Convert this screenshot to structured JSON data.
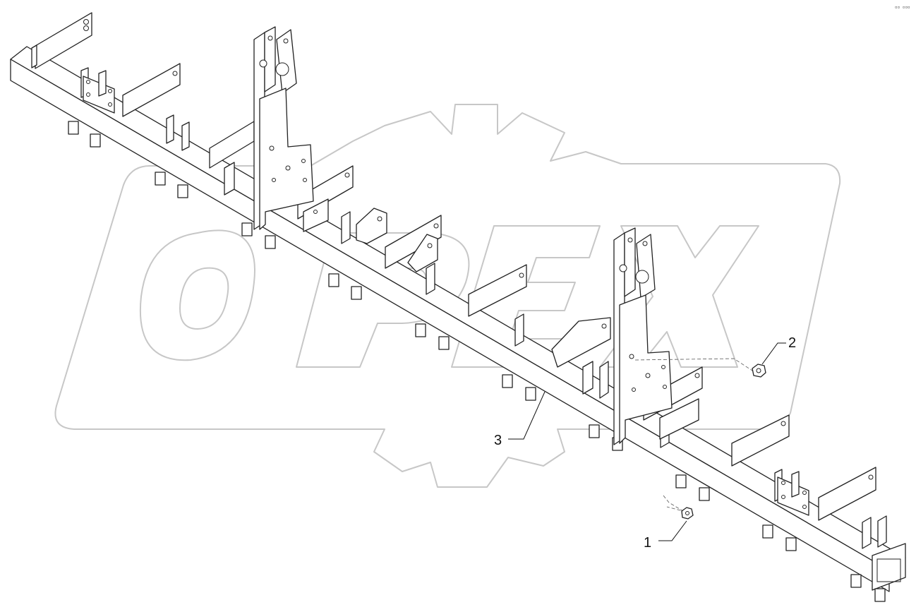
{
  "corner_mark": "▫▫ ▫▫▫",
  "watermark": {
    "text": "OPEX",
    "color": "#c7c7c7"
  },
  "callouts": [
    {
      "id": "1",
      "label": "1"
    },
    {
      "id": "2",
      "label": "2"
    },
    {
      "id": "3",
      "label": "3"
    }
  ],
  "colors": {
    "line": "#222222",
    "background": "#ffffff"
  }
}
